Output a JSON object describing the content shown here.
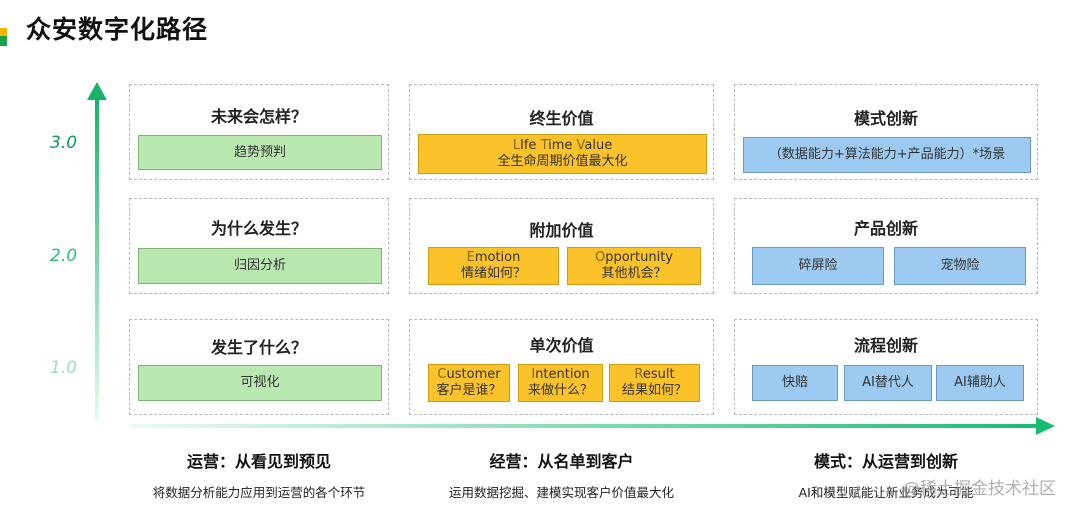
{
  "title": "众安数字化路径",
  "colors": {
    "accent_green": "#22c17a",
    "title_bar_top": "#f4b400",
    "title_bar_bottom": "#17a34a",
    "green_box": "#b9e8b1",
    "yellow_box": "#fbc22a",
    "blue_box": "#9ccaf1",
    "highlight_letter": "#8a6a00"
  },
  "y_axis": {
    "labels": [
      {
        "text": "3.0",
        "color": "#0a9b60"
      },
      {
        "text": "2.0",
        "color": "#2bbf80"
      },
      {
        "text": "1.0",
        "color": "#9be0c0"
      }
    ]
  },
  "columns": [
    {
      "panels": [
        {
          "title": "未来会怎样？",
          "boxes": [
            {
              "text": "趋势预判"
            }
          ]
        },
        {
          "title": "为什么发生？",
          "boxes": [
            {
              "text": "归因分析"
            }
          ]
        },
        {
          "title": "发生了什么？",
          "boxes": [
            {
              "text": "可视化"
            }
          ]
        }
      ],
      "footer": {
        "title": "运营：从看见到预见",
        "desc": "将数据分析能力应用到运营的各个环节"
      }
    },
    {
      "panels": [
        {
          "title": "终生价值",
          "boxes": [
            {
              "line1": [
                [
                  "L",
                  "Ife "
                ],
                [
                  "T",
                  "ime "
                ],
                [
                  "V",
                  "alue"
                ]
              ],
              "line2": "全生命周期价值最大化"
            }
          ]
        },
        {
          "title": "附加价值",
          "boxes": [
            {
              "line1": [
                [
                  "E",
                  "motion"
                ]
              ],
              "line2": "情绪如何？"
            },
            {
              "line1": [
                [
                  "O",
                  "pportunity"
                ]
              ],
              "line2": "其他机会？"
            }
          ]
        },
        {
          "title": "单次价值",
          "boxes": [
            {
              "line1": [
                [
                  "C",
                  "ustomer"
                ]
              ],
              "line2": "客户是谁？"
            },
            {
              "line1": [
                [
                  "I",
                  "ntention"
                ]
              ],
              "line2": "来做什么？"
            },
            {
              "line1": [
                [
                  "R",
                  "esult"
                ]
              ],
              "line2": "结果如何？"
            }
          ]
        }
      ],
      "footer": {
        "title": "经营：从名单到客户",
        "desc": "运用数据挖掘、建模实现客户价值最大化"
      }
    },
    {
      "panels": [
        {
          "title": "模式创新",
          "boxes": [
            {
              "text": "（数据能力+算法能力+产品能力）*场景"
            }
          ]
        },
        {
          "title": "产品创新",
          "boxes": [
            {
              "text": "碎屏险"
            },
            {
              "text": "宠物险"
            }
          ]
        },
        {
          "title": "流程创新",
          "boxes": [
            {
              "text": "快赔"
            },
            {
              "text": "AI替代人"
            },
            {
              "text": "AI辅助人"
            }
          ]
        }
      ],
      "footer": {
        "title": "模式：从运营到创新",
        "desc": "AI和模型赋能让新业务成为可能"
      }
    }
  ],
  "watermark": "@稀土掘金技术社区",
  "icons": {
    "y_arrow": "arrow-up-icon",
    "x_arrow": "arrow-right-icon"
  }
}
